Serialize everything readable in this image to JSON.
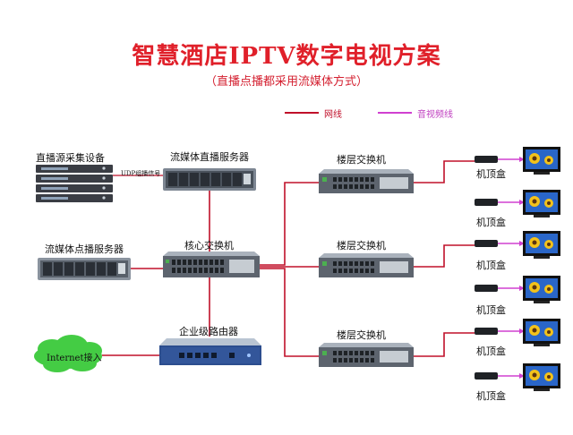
{
  "title": "智慧酒店IPTV数字电视方案",
  "subtitle": "（直播点播都采用流媒体方式）",
  "legend": {
    "network": "网线",
    "av": "音视频线"
  },
  "colors": {
    "title": "#e0202a",
    "network_line": "#c0102a",
    "av_line": "#d040d0"
  },
  "devices": {
    "live_source": "直播源采集设备",
    "udp_signal": "UDP组播信号",
    "live_server": "流媒体直播服务器",
    "vod_server": "流媒体点播服务器",
    "core_switch": "核心交换机",
    "router": "企业级路由器",
    "internet": "Internet接入",
    "floor_switch_1": "楼层交换机",
    "floor_switch_2": "楼层交换机",
    "floor_switch_3": "楼层交换机"
  },
  "stb_labels": [
    "机顶盒",
    "机顶盒",
    "机顶盒",
    "机顶盒",
    "机顶盒",
    "机顶盒"
  ]
}
